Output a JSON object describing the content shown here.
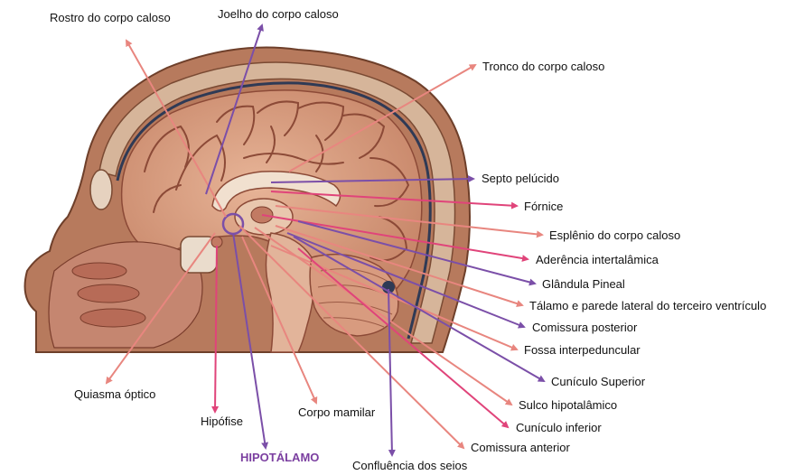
{
  "colors": {
    "arrow_pink": "#e8867f",
    "arrow_magenta": "#e0447a",
    "arrow_purple": "#7b4fa8",
    "title_purple": "#7b3fa0",
    "tissue": "#c98f73",
    "brain": "#d9a183",
    "brain_fold": "#8c4a37",
    "skull": "#8a5a3c"
  },
  "labels": {
    "rostro": "Rostro do corpo caloso",
    "joelho": "Joelho do corpo caloso",
    "tronco": "Tronco do corpo caloso",
    "septo": "Septo pelúcido",
    "fornice": "Fórnice",
    "esplenio": "Esplênio do corpo caloso",
    "aderencia": "Aderência intertalâmica",
    "pineal": "Glândula Pineal",
    "talamo": "Tálamo e parede lateral do terceiro ventrículo",
    "comissura_post": "Comissura posterior",
    "fossa": "Fossa interpeduncular",
    "coliculo_sup": "Cunículo Superior",
    "sulco": "Sulco hipotalâmico",
    "coliculo_inf": "Cunículo inferior",
    "comissura_ant": "Comissura anterior",
    "confluencia": "Confluência dos seios",
    "quiasma": "Quiasma óptico",
    "hipofise": "Hipófise",
    "mamilar": "Corpo mamilar",
    "hipotalamo": "HIPOTÁLAMO"
  },
  "arrows": [
    {
      "key": "rostro",
      "color": "pink"
    },
    {
      "key": "joelho",
      "color": "purple"
    },
    {
      "key": "tronco",
      "color": "pink"
    },
    {
      "key": "septo",
      "color": "purple"
    },
    {
      "key": "fornice",
      "color": "magenta"
    },
    {
      "key": "esplenio",
      "color": "pink"
    },
    {
      "key": "aderencia",
      "color": "magenta"
    },
    {
      "key": "pineal",
      "color": "purple"
    },
    {
      "key": "talamo",
      "color": "pink"
    },
    {
      "key": "comissura_post",
      "color": "purple"
    },
    {
      "key": "fossa",
      "color": "pink"
    },
    {
      "key": "coliculo_sup",
      "color": "purple"
    },
    {
      "key": "sulco",
      "color": "pink"
    },
    {
      "key": "coliculo_inf",
      "color": "magenta"
    },
    {
      "key": "comissura_ant",
      "color": "pink"
    },
    {
      "key": "confluencia",
      "color": "purple"
    },
    {
      "key": "quiasma",
      "color": "pink"
    },
    {
      "key": "hipofise",
      "color": "magenta"
    },
    {
      "key": "mamilar",
      "color": "pink"
    },
    {
      "key": "hipotalamo",
      "color": "purple"
    }
  ]
}
